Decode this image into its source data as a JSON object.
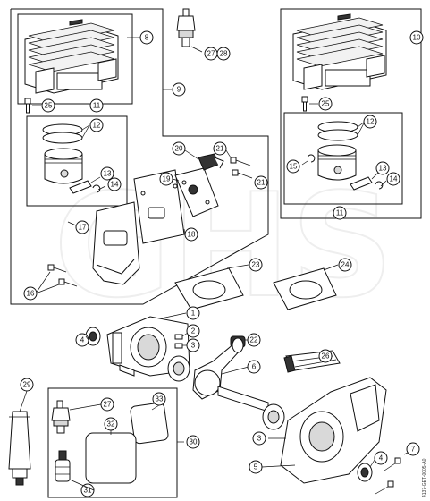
{
  "callouts": {
    "c1": "1",
    "c2": "2",
    "c3": "3",
    "c4": "4",
    "c5": "5",
    "c6": "6",
    "c7": "7",
    "c8": "8",
    "c9": "9",
    "c10": "10",
    "c11": "11",
    "c12": "12",
    "c13": "13",
    "c14": "14",
    "c15": "15",
    "c16": "16",
    "c17": "17",
    "c18": "18",
    "c19": "19",
    "c20": "20",
    "c21": "21",
    "c22": "22",
    "c23": "23",
    "c24": "24",
    "c25": "25",
    "c26": "26",
    "c27": "27",
    "c28": "28",
    "c29": "29",
    "c30": "30",
    "c31": "31",
    "c32": "32",
    "c33": "33"
  },
  "watermark": "GHS",
  "side_code": "4137-GET-0005-A0"
}
